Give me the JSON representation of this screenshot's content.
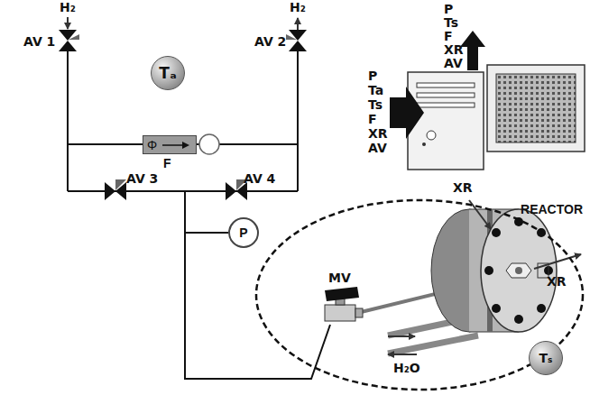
{
  "diagram": {
    "nodes": [
      {
        "text": [
          "Tₐ"
        ]
      },
      {
        "text": [
          "Φ",
          "F"
        ]
      },
      {
        "text": [
          "P"
        ]
      },
      {
        "text": [
          "REACTOR"
        ]
      },
      {
        "text": [
          "Tₛ"
        ],
        "in": 3
      }
    ],
    "labels": [
      "H₂",
      "H₂",
      "AV 1",
      "AV 2",
      "AV 3",
      "AV 4",
      "MV",
      "XR",
      "XR",
      "H₂O",
      "P",
      "Ts",
      "F",
      "XR",
      "AV",
      "P",
      "Ta",
      "Ts",
      "F",
      "XR",
      "AV"
    ]
  }
}
